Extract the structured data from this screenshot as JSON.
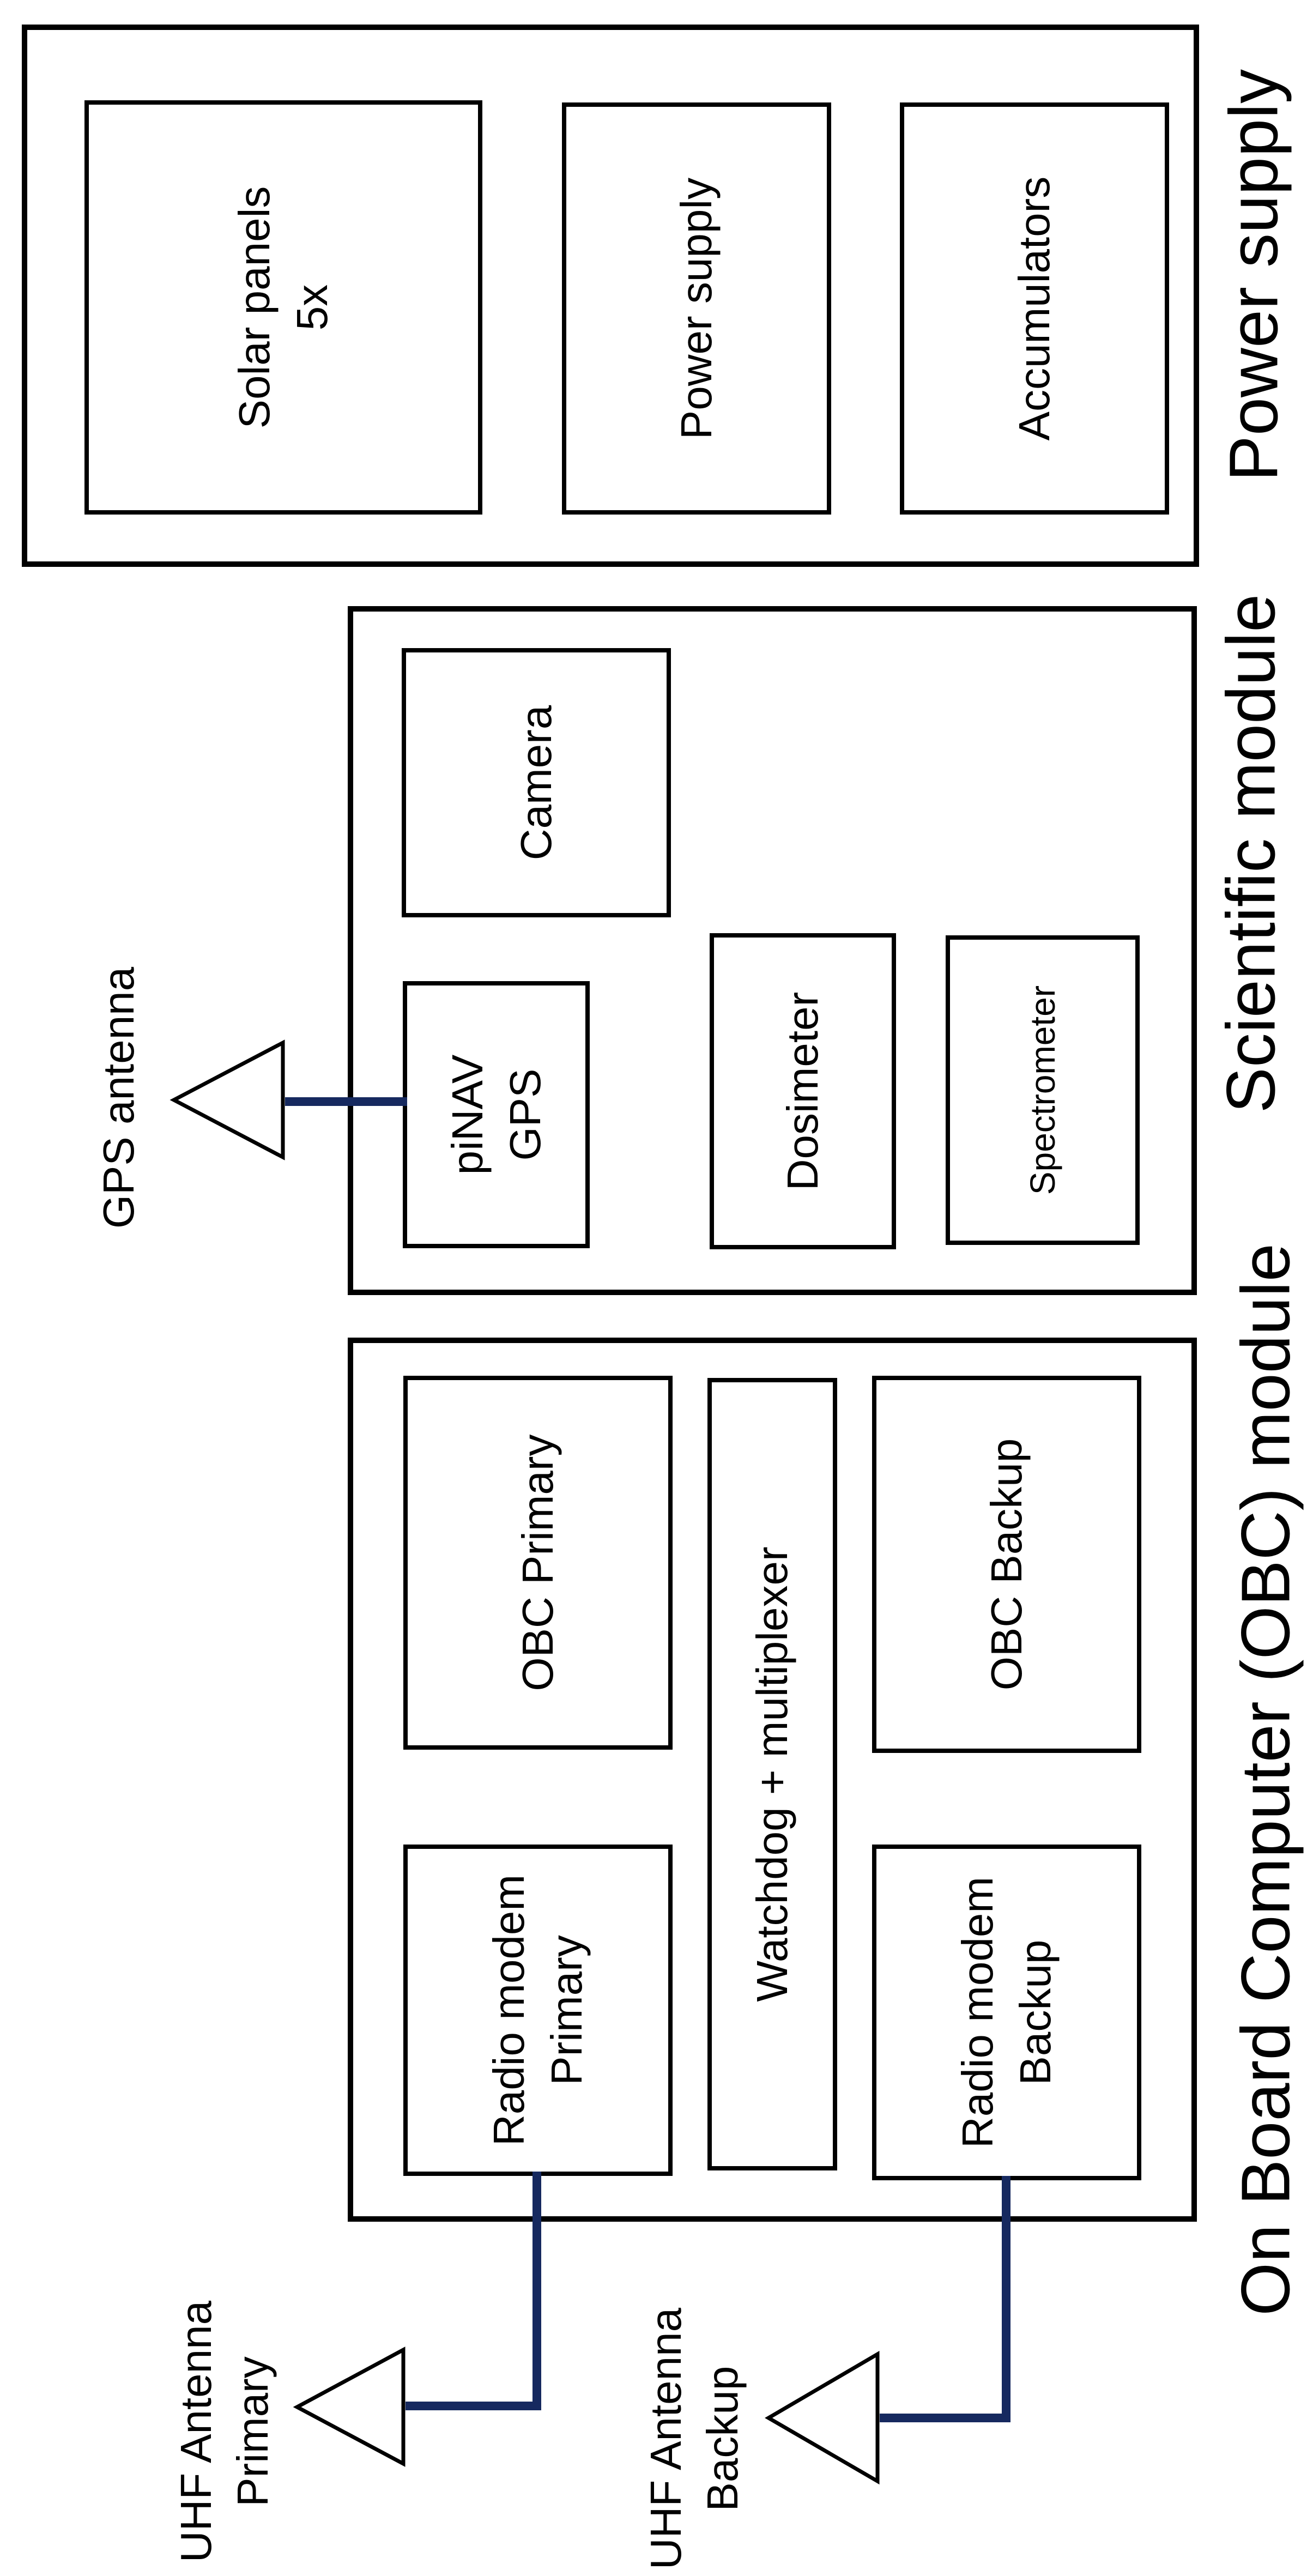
{
  "diagram": {
    "modules": {
      "obc": {
        "title": "On Board Computer (OBC) module",
        "boxes": {
          "radio_modem_primary": "Radio modem\nPrimary",
          "obc_primary": "OBC Primary",
          "watchdog": "Watchdog + multiplexer",
          "radio_modem_backup": "Radio modem\nBackup",
          "obc_backup": "OBC Backup"
        }
      },
      "scientific": {
        "title": "Scientific module",
        "boxes": {
          "pinav_gps": "piNAV\nGPS",
          "camera": "Camera",
          "dosimeter": "Dosimeter",
          "spectrometer": "Spectrometer"
        }
      },
      "power": {
        "title": "Power supply",
        "boxes": {
          "solar_panels": "Solar panels\n5x",
          "power_supply": "Power supply",
          "accumulators": "Accumulators"
        }
      }
    },
    "antennas": {
      "gps": "GPS antenna",
      "uhf_primary": "UHF Antenna\nPrimary",
      "uhf_backup": "UHF Antenna\nBackup"
    },
    "colors": {
      "connector": "#16295f",
      "outline": "#000000",
      "background": "#ffffff"
    }
  }
}
